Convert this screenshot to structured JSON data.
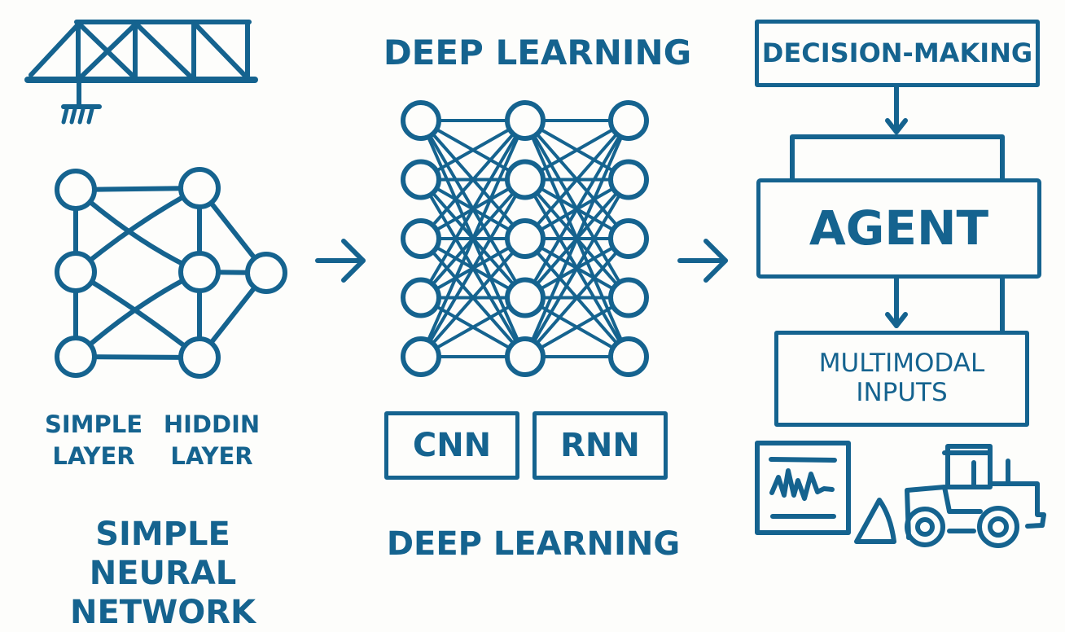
{
  "colors": {
    "ink": "#15638f",
    "background": "#fdfdfb"
  },
  "left": {
    "icon": "truss-bridge-icon",
    "network": {
      "columns": [
        3,
        3,
        1
      ]
    },
    "layer_labels": [
      "SIMPLE\nLAYER",
      "HIDDIN\nLAYER"
    ],
    "title": "SIMPLE NEURAL\nNETWORK"
  },
  "arrows": [
    "arrow-right-icon",
    "arrow-right-icon"
  ],
  "middle": {
    "heading": "DEEP LEARNING",
    "network": {
      "columns": [
        5,
        5,
        5
      ]
    },
    "boxes": [
      "CNN",
      "RNN"
    ],
    "footer": "DEEP LEARNING"
  },
  "right": {
    "decision_box": "DECISION-MAKING",
    "agent_box": "AGENT",
    "inputs_box": "MULTIMODAL\nINPUTS",
    "icons": [
      "signal-monitor-icon",
      "wheel-loader-icon"
    ]
  }
}
